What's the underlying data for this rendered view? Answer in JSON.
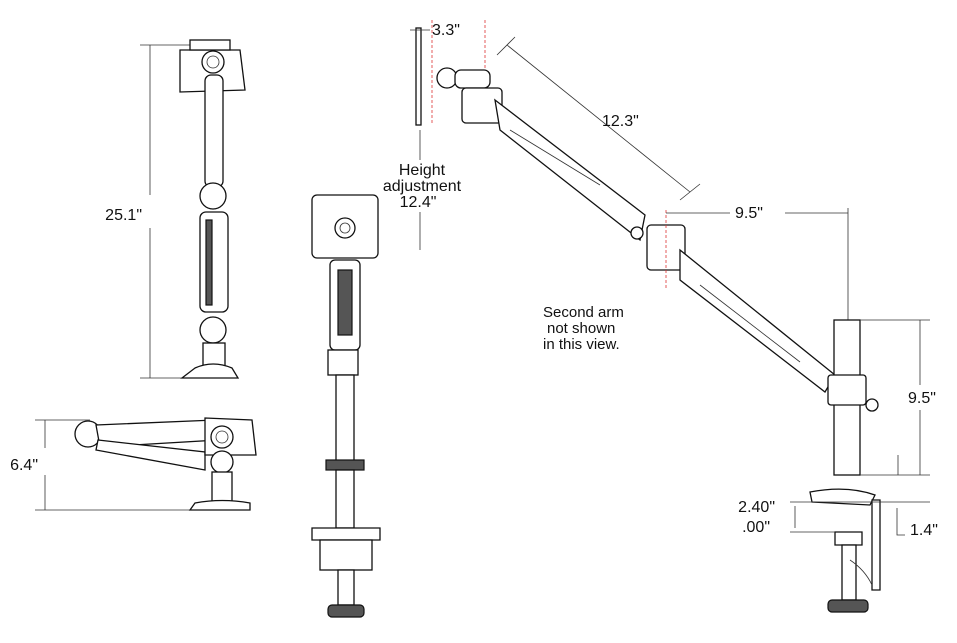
{
  "dimensions": {
    "overall_height": "25.1\"",
    "folded_height": "6.4\"",
    "monitor_offset": "3.3\"",
    "upper_arm_length": "12.3\"",
    "lower_arm_length": "9.5\"",
    "pole_height": "9.5\"",
    "clamp_range_top": "2.40\"",
    "clamp_range_bottom": ".00\"",
    "base_offset": "1.4\""
  },
  "height_adjustment": {
    "line1": "Height",
    "line2": "adjustment",
    "value": "12.4\""
  },
  "note": {
    "line1": "Second arm",
    "line2": "not shown",
    "line3": "in this view."
  }
}
